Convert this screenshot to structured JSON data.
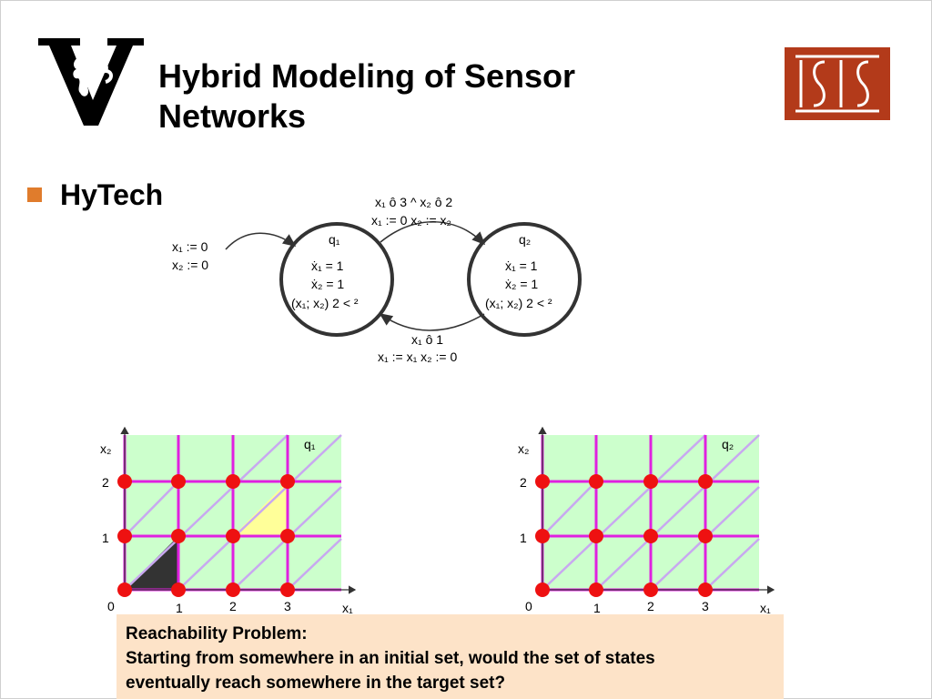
{
  "slide": {
    "title_line1": "Hybrid Modeling of Sensor",
    "title_line2": "Networks",
    "bullet": "HyTech",
    "bullet_color": "#e07c2c"
  },
  "automaton": {
    "init_line1": "x₁ := 0",
    "init_line2": "x₂ := 0",
    "top_guard": "x₁ ô 3 ^ x₂ ô 2",
    "top_reset": "x₁ := 0 x₂ := x₂",
    "bottom_guard": "x₁ ô 1",
    "bottom_reset": "x₁ := x₁ x₂ := 0",
    "states": [
      {
        "name": "q₁",
        "flow1": "ẋ₁ = 1",
        "flow2": "ẋ₂ = 1",
        "invariant": "(x₁; x₂) 2 < ²"
      },
      {
        "name": "q₂",
        "flow1": "ẋ₁ = 1",
        "flow2": "ẋ₂ = 1",
        "invariant": "(x₁; x₂) 2 < ²"
      }
    ]
  },
  "grids": [
    {
      "state": "q₁",
      "xlabel": "x₁",
      "ylabel": "x₂",
      "origin": "0",
      "xticks": [
        "1",
        "2",
        "3"
      ],
      "yticks": [
        "1",
        "2"
      ],
      "initial_region": "triangle (0,0)-(1,0)-(1,1)",
      "target_region": "triangle (2,1)-(3,1)-(3,2)"
    },
    {
      "state": "q₂",
      "xlabel": "x₁",
      "ylabel": "x₂",
      "origin": "0",
      "xticks": [
        "1",
        "2",
        "3"
      ],
      "yticks": [
        "1",
        "2"
      ]
    }
  ],
  "colors": {
    "grid_fill": "#ccffcc",
    "grid_lines": "#e020e0",
    "diagonals": "#c8a8f0",
    "vertices": "#ee1111",
    "initial_set": "#333333",
    "target_set": "#ffff99",
    "callout_bg": "#fde3c8",
    "isis_logo": "#b33a1a"
  },
  "reachability": {
    "heading": "Reachability Problem:",
    "line1": "Starting from somewhere in an initial set, would the set of states",
    "line2": "eventually reach somewhere in the target set?"
  }
}
